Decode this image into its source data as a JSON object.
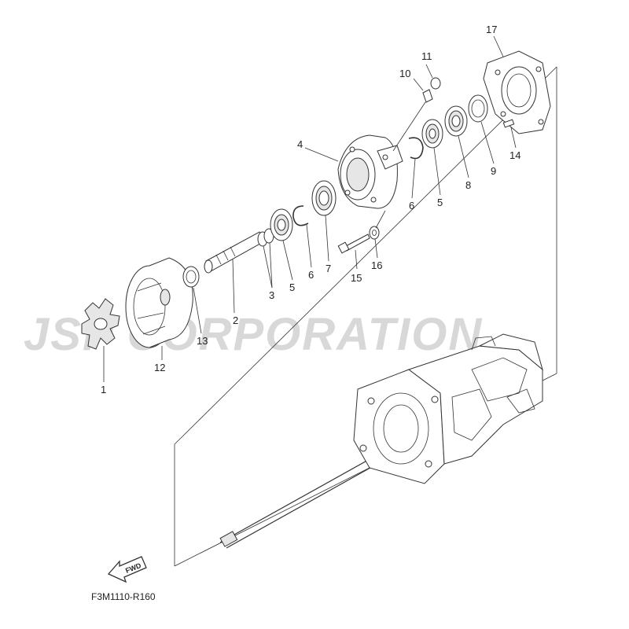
{
  "watermark": "JSP CORPORATION",
  "diagram_code": "F3M1110-R160",
  "fwd_label": "FWD",
  "callouts": [
    {
      "id": "1",
      "label": "1"
    },
    {
      "id": "2",
      "label": "2"
    },
    {
      "id": "3",
      "label": "3"
    },
    {
      "id": "4",
      "label": "4"
    },
    {
      "id": "5a",
      "label": "5"
    },
    {
      "id": "5b",
      "label": "5"
    },
    {
      "id": "6a",
      "label": "6"
    },
    {
      "id": "6b",
      "label": "6"
    },
    {
      "id": "7",
      "label": "7"
    },
    {
      "id": "8",
      "label": "8"
    },
    {
      "id": "9",
      "label": "9"
    },
    {
      "id": "10",
      "label": "10"
    },
    {
      "id": "11",
      "label": "11"
    },
    {
      "id": "12",
      "label": "12"
    },
    {
      "id": "13",
      "label": "13"
    },
    {
      "id": "14",
      "label": "14"
    },
    {
      "id": "15",
      "label": "15"
    },
    {
      "id": "16",
      "label": "16"
    },
    {
      "id": "17",
      "label": "17"
    }
  ]
}
